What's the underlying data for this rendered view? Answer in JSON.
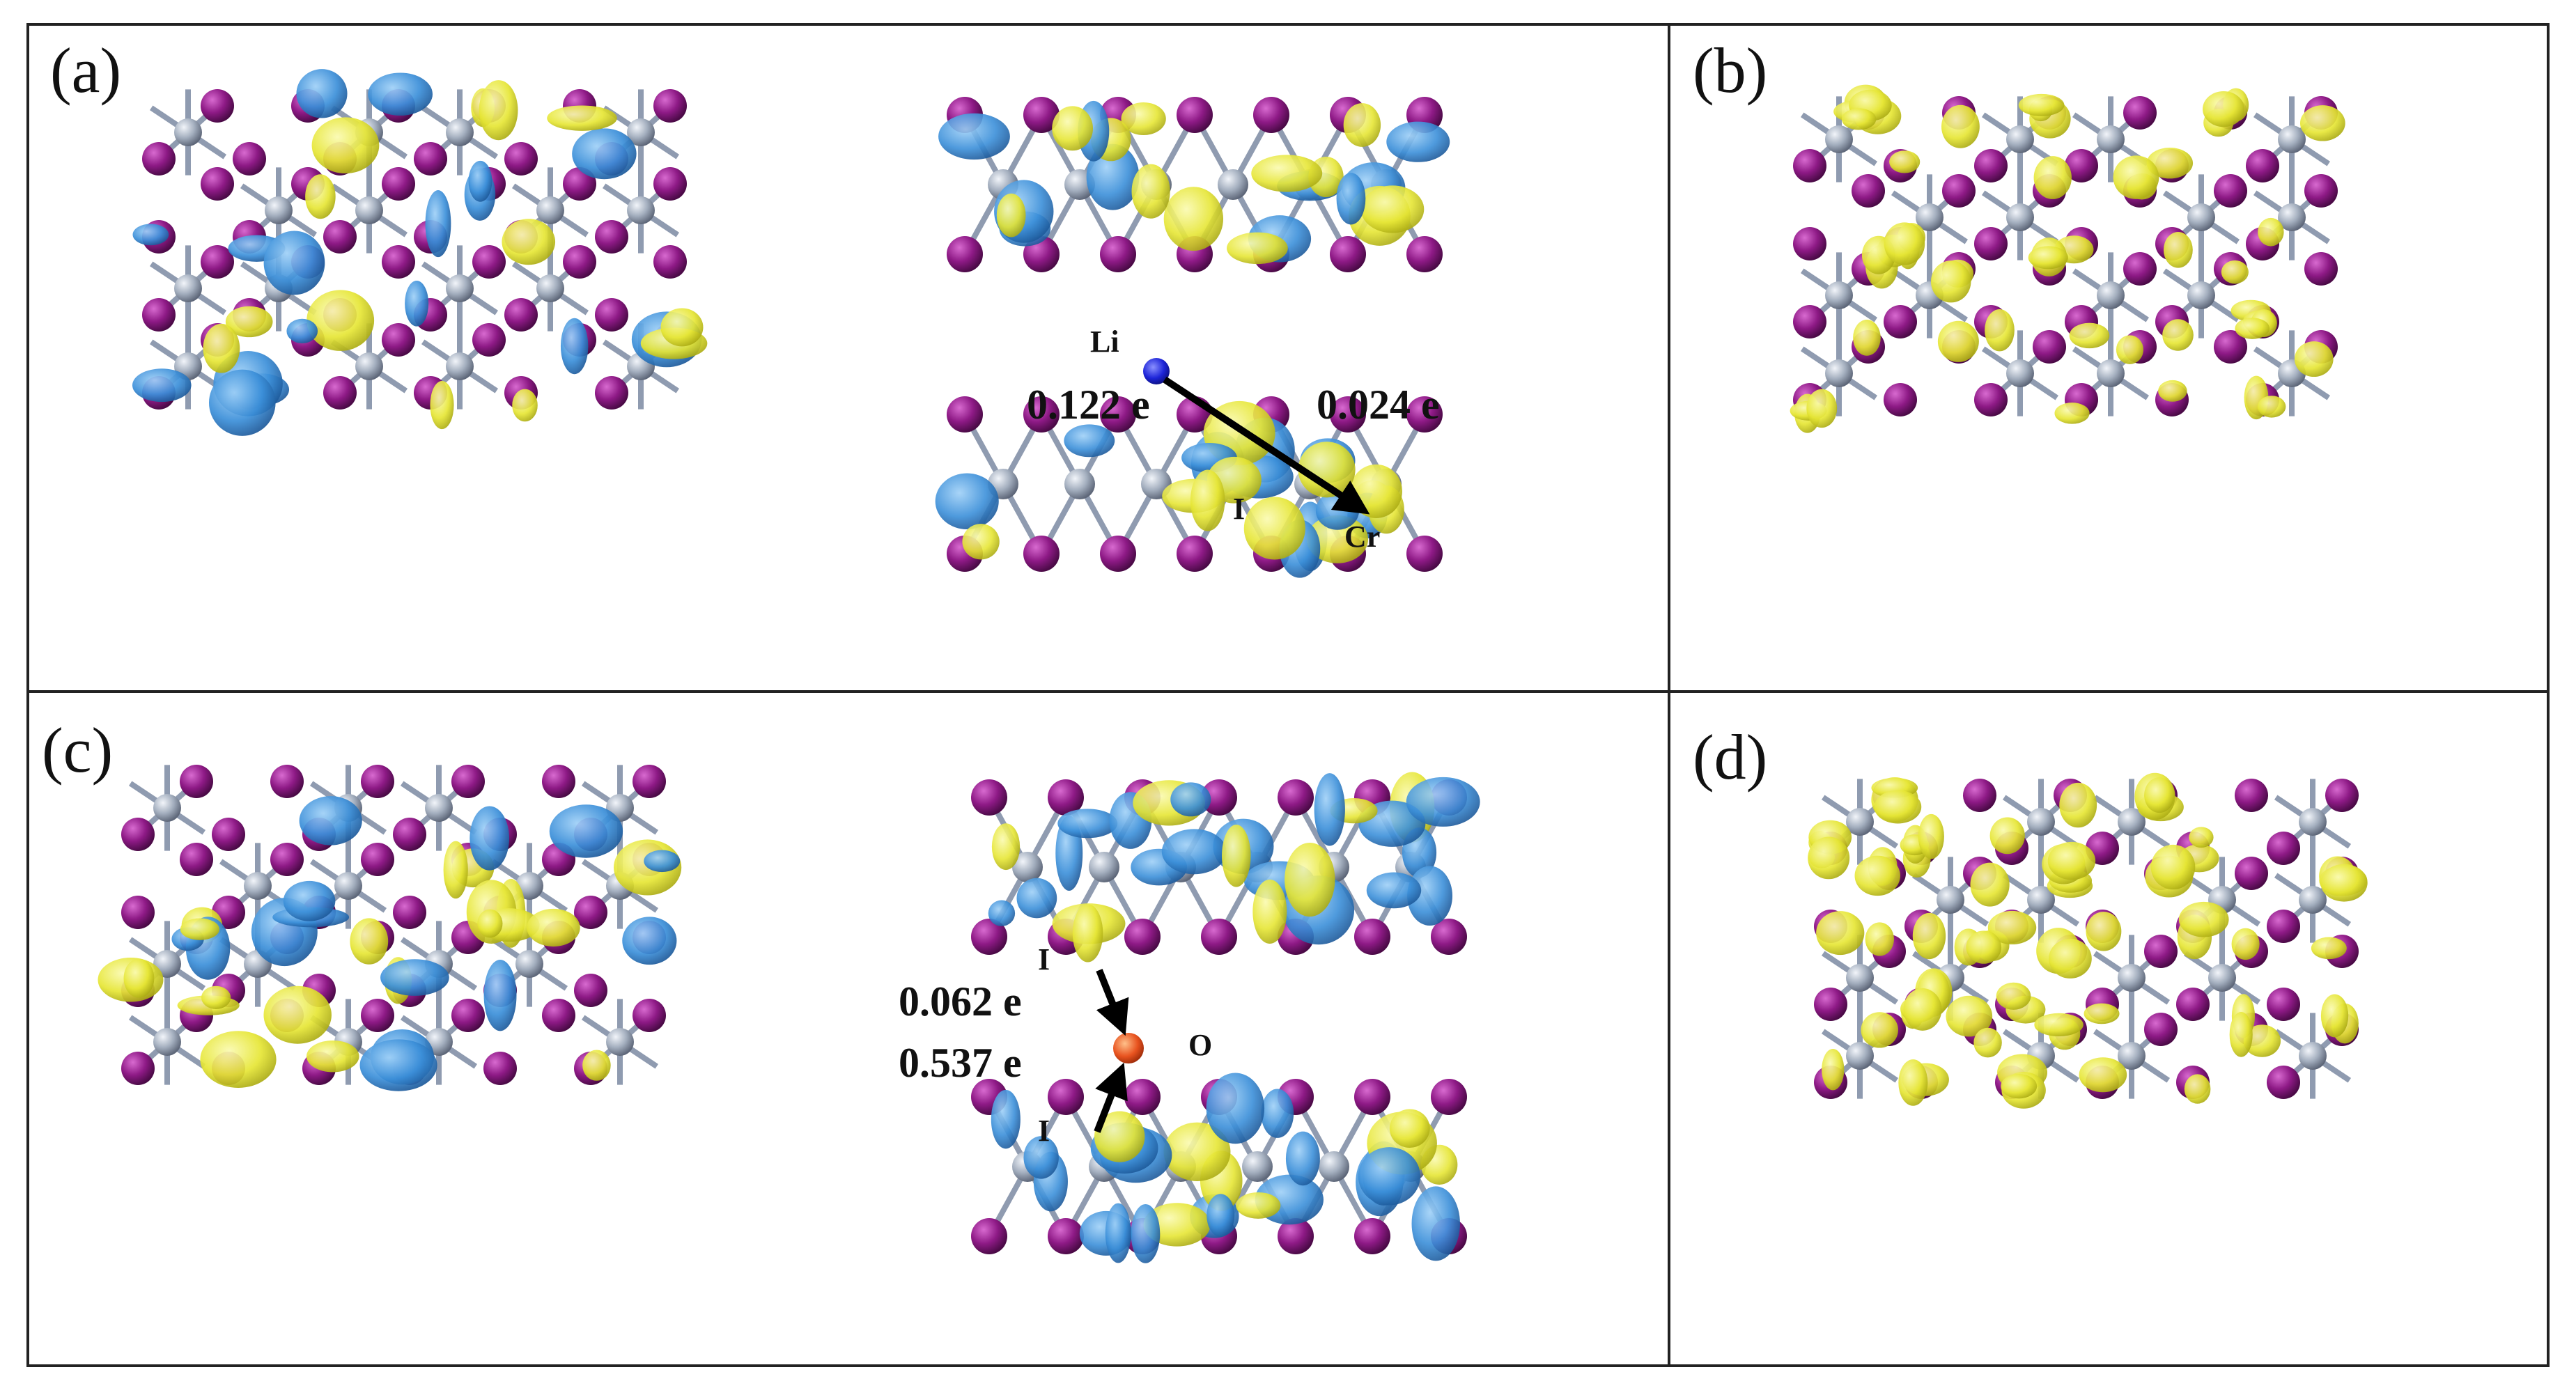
{
  "figure": {
    "panels": [
      {
        "id": "a",
        "label": "(a)",
        "annotations": {
          "li_atom": "Li",
          "i_atom": "I",
          "cr_atom": "Cr",
          "charge_left": "0.122 e",
          "charge_right": "0.024 e"
        }
      },
      {
        "id": "b",
        "label": "(b)"
      },
      {
        "id": "c",
        "label": "(c)",
        "annotations": {
          "i_atom_upper": "I",
          "i_atom_lower": "I",
          "o_atom": "O",
          "charge_upper": "0.062 e",
          "charge_lower": "0.537 e"
        }
      },
      {
        "id": "d",
        "label": "(d)"
      }
    ],
    "colors": {
      "iodine": "#8e1a86",
      "chromium": "#a3aebe",
      "bond_iodine": "#8e1a86",
      "bond_chromium": "#8f9bb0",
      "charge_accumulation": "#e6e635",
      "charge_depletion": "#3b8fd9",
      "lithium": "#1d24d8",
      "oxygen": "#e8531f",
      "frame": "#222222"
    }
  }
}
